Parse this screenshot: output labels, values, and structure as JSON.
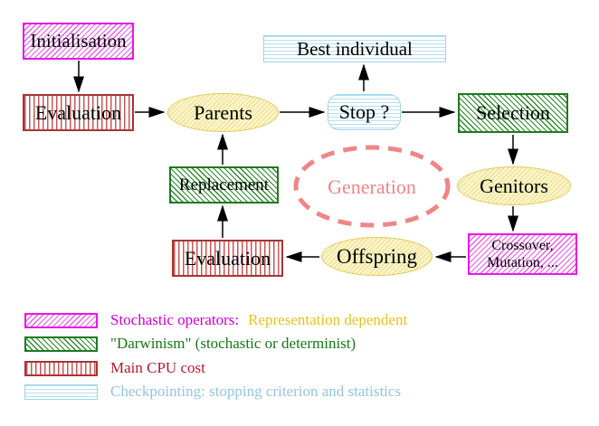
{
  "nodes": {
    "initialisation": "Initialisation",
    "evaluation_top": "Evaluation",
    "parents": "Parents",
    "best_individual": "Best individual",
    "stop": "Stop ?",
    "selection": "Selection",
    "replacement": "Replacement",
    "generation": "Generation",
    "genitors": "Genitors",
    "crossover_line1": "Crossover,",
    "crossover_line2": "Mutation, ...",
    "evaluation_bottom": "Evaluation",
    "offspring": "Offspring"
  },
  "legend": {
    "stochastic_label": "Stochastic operators:",
    "stochastic_extra": "Representation dependent",
    "darwinism_label": "\"Darwinism\" (stochastic or determinist)",
    "cpu_label": "Main CPU cost",
    "checkpoint_label": "Checkpointing: stopping criterion and statistics"
  },
  "palette": {
    "magenta_border": "#e619e6",
    "magenta_text": "#cc00cc",
    "gold_text": "#e3c31c",
    "green_border": "#1f7a1f",
    "green_text": "#157815",
    "red_border": "#a93434",
    "red_stripe": "#c65858",
    "cpu_text": "#b01a30",
    "cyan_border": "#9fd4e6",
    "checkpoint_text": "#94c4e0",
    "yellow_border": "#e3c95e",
    "yellow_fill": "#fbf6c9",
    "generation_coral": "#ee8585",
    "arrow_black": "#000000"
  }
}
